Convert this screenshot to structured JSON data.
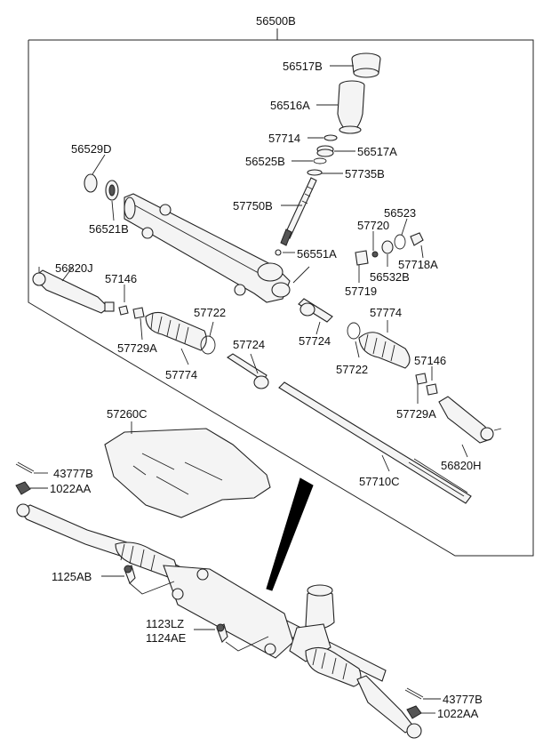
{
  "assembly_label": "56500B",
  "labels": {
    "l56517B": "56517B",
    "l56516A": "56516A",
    "l57714": "57714",
    "l56517A": "56517A",
    "l56525B": "56525B",
    "l57735B": "57735B",
    "l56529D": "56529D",
    "l57750B": "57750B",
    "l56521B": "56521B",
    "l56523": "56523",
    "l57720": "57720",
    "l56551A": "56551A",
    "l57718A": "57718A",
    "l56532B": "56532B",
    "l56820J": "56820J",
    "l57146a": "57146",
    "l57719": "57719",
    "l57722a": "57722",
    "l57774a": "57774",
    "l57729Aa": "57729A",
    "l57724a": "57724",
    "l57724b": "57724",
    "l57774b": "57774",
    "l57722b": "57722",
    "l57146b": "57146",
    "l57729Ab": "57729A",
    "l57260C": "57260C",
    "l56820H": "56820H",
    "l43777Ba": "43777B",
    "l1022AAa": "1022AA",
    "l57710C": "57710C",
    "l1125AB": "1125AB",
    "l1123LZ": "1123LZ",
    "l1124AE": "1124AE",
    "l43777Bb": "43777B",
    "l1022AAb": "1022AA"
  }
}
